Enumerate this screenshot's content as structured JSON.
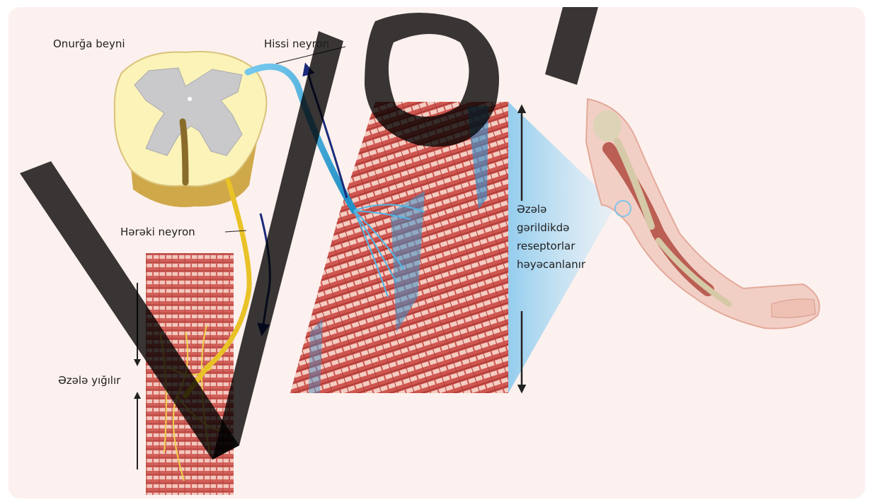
{
  "labels": {
    "spinal_cord": "Onurğa beyni",
    "sensory_neuron": "Hissi neyron",
    "motor_neuron": "Hərəki neyron",
    "muscle_contracts": "Əzələ yığılır",
    "receptors_line1": "Əzələ",
    "receptors_line2": "gərildikdə",
    "receptors_line3": "reseptorlar",
    "receptors_line4": "həyəcanlanır"
  },
  "watermark": {
    "text": "VO",
    "color": "#000000"
  },
  "colors": {
    "panel_bg": "#fcf1ee",
    "cord_white_matter": "#fbf3b8",
    "cord_grey_matter": "#c9c9cc",
    "sensory_neuron": "#3fa9d8",
    "motor_neuron": "#e9c227",
    "muscle": "#c9524a",
    "arrow": "#1b2a7a",
    "receptor_highlight": "#aad8f2"
  }
}
